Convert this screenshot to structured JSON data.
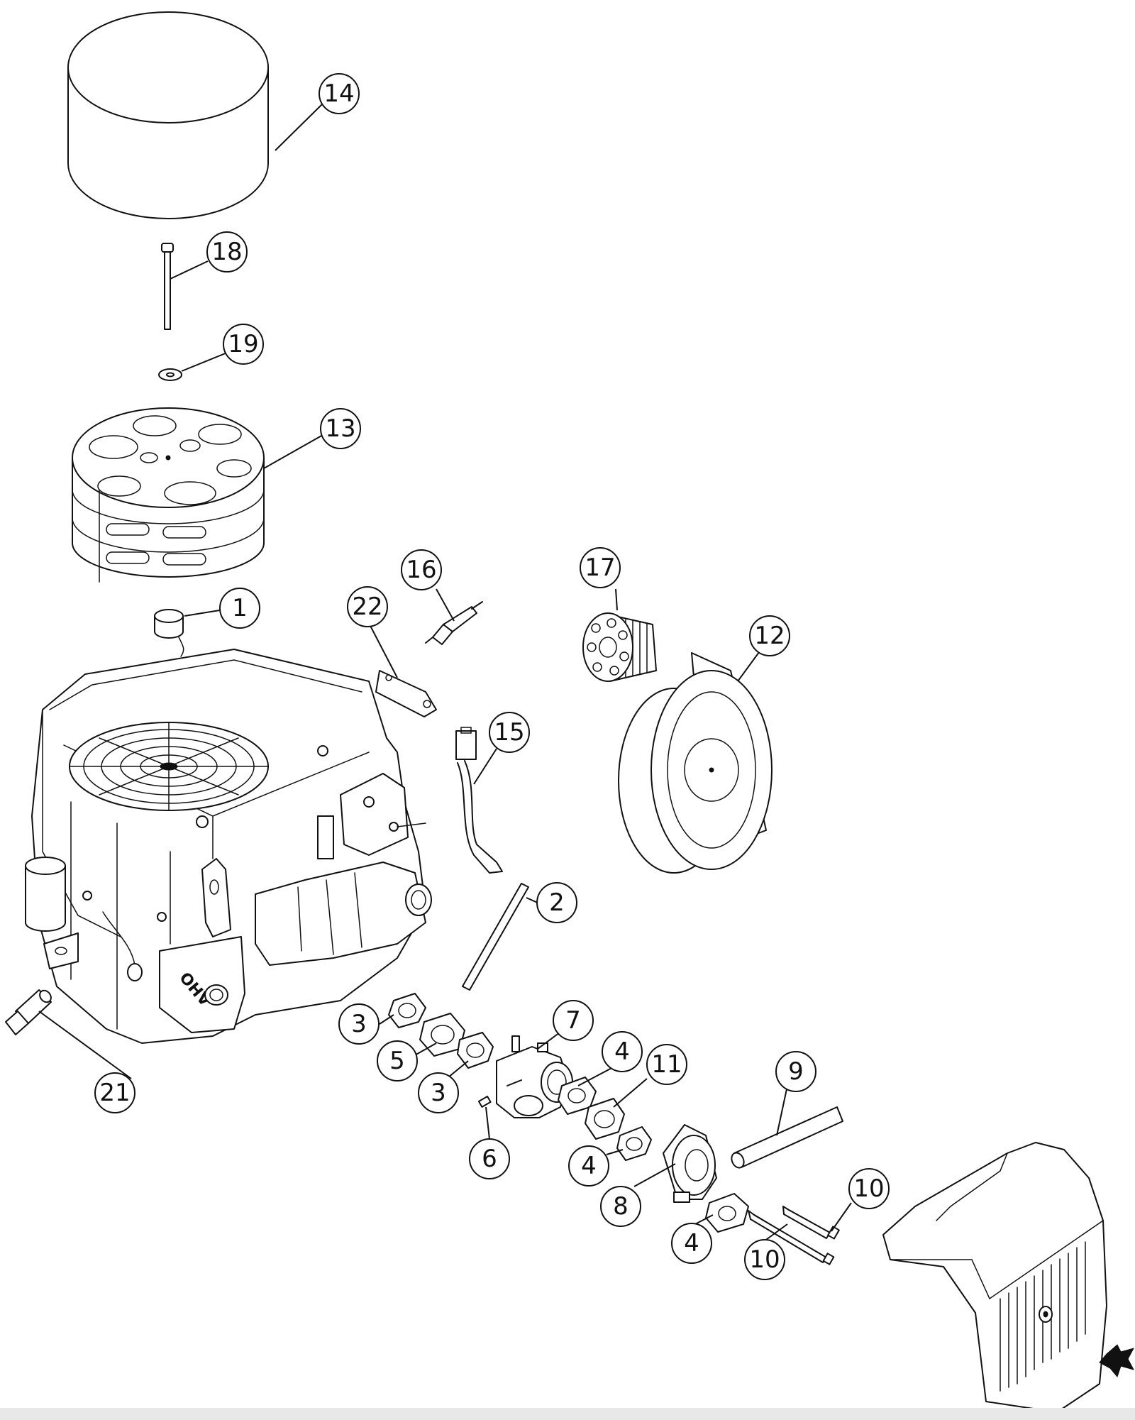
{
  "diagram": {
    "callouts": [
      {
        "id": "p14",
        "label": "14"
      },
      {
        "id": "p18",
        "label": "18"
      },
      {
        "id": "p19",
        "label": "19"
      },
      {
        "id": "p13",
        "label": "13"
      },
      {
        "id": "p16",
        "label": "16"
      },
      {
        "id": "p17",
        "label": "17"
      },
      {
        "id": "p22",
        "label": "22"
      },
      {
        "id": "p1",
        "label": "1"
      },
      {
        "id": "p12",
        "label": "12"
      },
      {
        "id": "p15",
        "label": "15"
      },
      {
        "id": "p2",
        "label": "2"
      },
      {
        "id": "p7",
        "label": "7"
      },
      {
        "id": "p3a",
        "label": "3"
      },
      {
        "id": "p4a",
        "label": "4"
      },
      {
        "id": "p11",
        "label": "11"
      },
      {
        "id": "p5",
        "label": "5"
      },
      {
        "id": "p3b",
        "label": "3"
      },
      {
        "id": "p9",
        "label": "9"
      },
      {
        "id": "p21",
        "label": "21"
      },
      {
        "id": "p6",
        "label": "6"
      },
      {
        "id": "p4b",
        "label": "4"
      },
      {
        "id": "p8",
        "label": "8"
      },
      {
        "id": "p10a",
        "label": "10"
      },
      {
        "id": "p4c",
        "label": "4"
      },
      {
        "id": "p10b",
        "label": "10"
      }
    ],
    "engine_badge": "OHV"
  }
}
